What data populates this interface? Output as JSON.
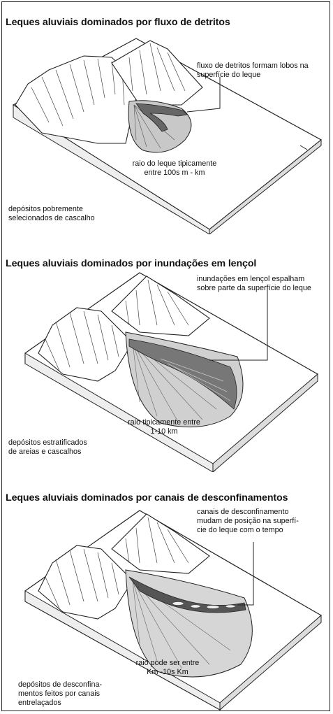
{
  "panels": [
    {
      "title": "Leques aluviais dominados por fluxo de detritos",
      "callout": "fluxo de detritos formam lobos na\nsuperfície do leque",
      "radius": "raio do leque tipicamente\nentre 100s m - km",
      "deposits": "depósitos pobremente\nselecionados de cascalho"
    },
    {
      "title": "Leques aluviais dominados por inundações em lençol",
      "callout": "inundações em lençol espalham\nsobre parte da superfície do leque",
      "radius": "raio tipicamente entre\n1-10 km",
      "deposits": "depósitos estratificados\nde areias e cascalhos"
    },
    {
      "title": "Leques aluviais dominados por canais de desconfinamentos",
      "callout": "canais de desconfinamento\nmudam de posição na superfí-\ncie do leque com o tempo",
      "radius": "raio pode ser entre\nKm -10s Km",
      "deposits": "depósitos de desconfina-\nmentos feitos por canais\nentrelaçados"
    }
  ]
}
